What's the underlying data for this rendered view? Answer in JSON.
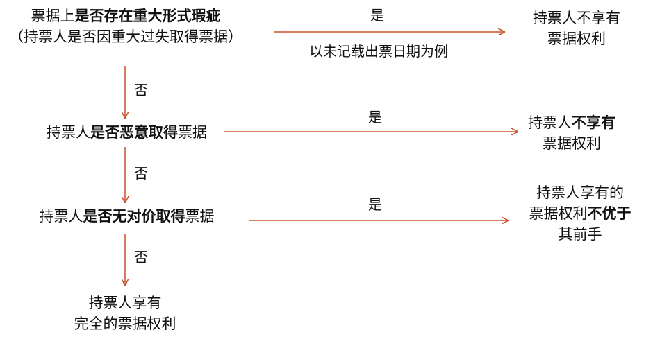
{
  "nodes": {
    "q1": {
      "line1": [
        {
          "t": "票据上",
          "b": false
        },
        {
          "t": "是否存在重大形式瑕疵",
          "b": true
        }
      ],
      "line2": "（持票人是否因重大过失取得票据）"
    },
    "q2": [
      {
        "t": "持票人",
        "b": false
      },
      {
        "t": "是否恶意取得",
        "b": true
      },
      {
        "t": "票据",
        "b": false
      }
    ],
    "q3": [
      {
        "t": "持票人",
        "b": false
      },
      {
        "t": "是否无对价取得",
        "b": true
      },
      {
        "t": "票据",
        "b": false
      }
    ],
    "r1": {
      "line1": [
        {
          "t": "持票人不享有",
          "b": false
        }
      ],
      "line2": "票据权利"
    },
    "r2": {
      "line1": [
        {
          "t": "持票人",
          "b": false
        },
        {
          "t": "不享有",
          "b": true
        }
      ],
      "line2": "票据权利"
    },
    "r3": {
      "line1": "持票人享有的",
      "line2": [
        {
          "t": "票据权利",
          "b": false
        },
        {
          "t": "不优于",
          "b": true
        }
      ],
      "line3": "其前手"
    },
    "r4": {
      "line1": "持票人享有",
      "line2": "完全的票据权利"
    }
  },
  "labels": {
    "yes1": "是",
    "yes1_note": "以未记载出票日期为例",
    "yes2": "是",
    "yes3": "是",
    "no1": "否",
    "no2": "否",
    "no3": "否"
  },
  "colors": {
    "arrow": "#c8502a",
    "text": "#111111"
  }
}
